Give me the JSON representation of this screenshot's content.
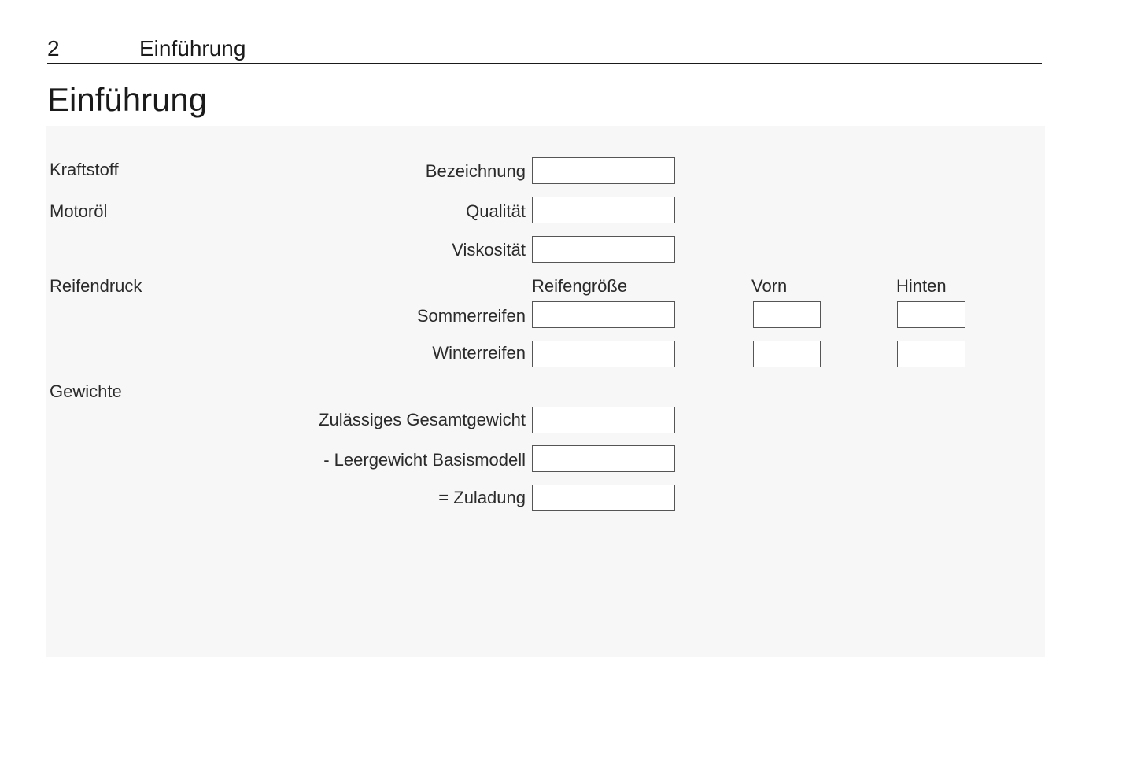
{
  "header": {
    "page_number": "2",
    "running_title": "Einführung"
  },
  "page_title": "Einführung",
  "sections": {
    "kraftstoff": "Kraftstoff",
    "motoroel": "Motoröl",
    "reifendruck": "Reifendruck",
    "gewichte": "Gewichte"
  },
  "fields": {
    "bezeichnung": {
      "label": "Bezeichnung",
      "value": ""
    },
    "qualitaet": {
      "label": "Qualität",
      "value": ""
    },
    "viskositaet": {
      "label": "Viskosität",
      "value": ""
    },
    "zulaessiges_gesamtgewicht": {
      "label": "Zulässiges Gesamtgewicht",
      "value": ""
    },
    "leergewicht": {
      "label": "- Leergewicht Basismodell",
      "value": ""
    },
    "zuladung": {
      "label": "= Zuladung",
      "value": ""
    }
  },
  "tires": {
    "columns": {
      "size": "Reifengröße",
      "front": "Vorn",
      "rear": "Hinten"
    },
    "rows": {
      "summer": {
        "label": "Sommerreifen",
        "size": "",
        "front": "",
        "rear": ""
      },
      "winter": {
        "label": "Winterreifen",
        "size": "",
        "front": "",
        "rear": ""
      }
    }
  }
}
